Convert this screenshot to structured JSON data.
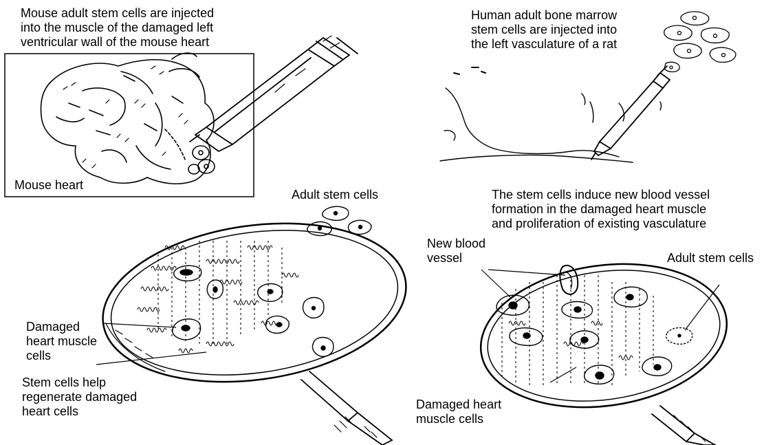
{
  "captions": {
    "mouse_injection": "Mouse adult stem cells are injected\ninto the muscle of the damaged left\nventricular wall of the mouse heart",
    "human_injection": "Human adult bone marrow\nstem cells are injected into\nthe left vasculature of a rat",
    "mouse_heart": "Mouse heart",
    "adult_stem_cells_left": "Adult stem cells",
    "vessel_formation": "The stem cells induce new blood vessel\nformation in the damaged heart muscle\nand proliferation of existing vasculature",
    "new_blood_vessel": "New blood\nvessel",
    "adult_stem_cells_right": "Adult stem cells",
    "damaged_left": "Damaged\nheart muscle\ncells",
    "stem_cells_help": "Stem cells help\nregenerate damaged\nheart cells",
    "damaged_right": "Damaged heart\nmuscle cells"
  },
  "colors": {
    "ink": "#000000",
    "background": "#ffffff"
  }
}
